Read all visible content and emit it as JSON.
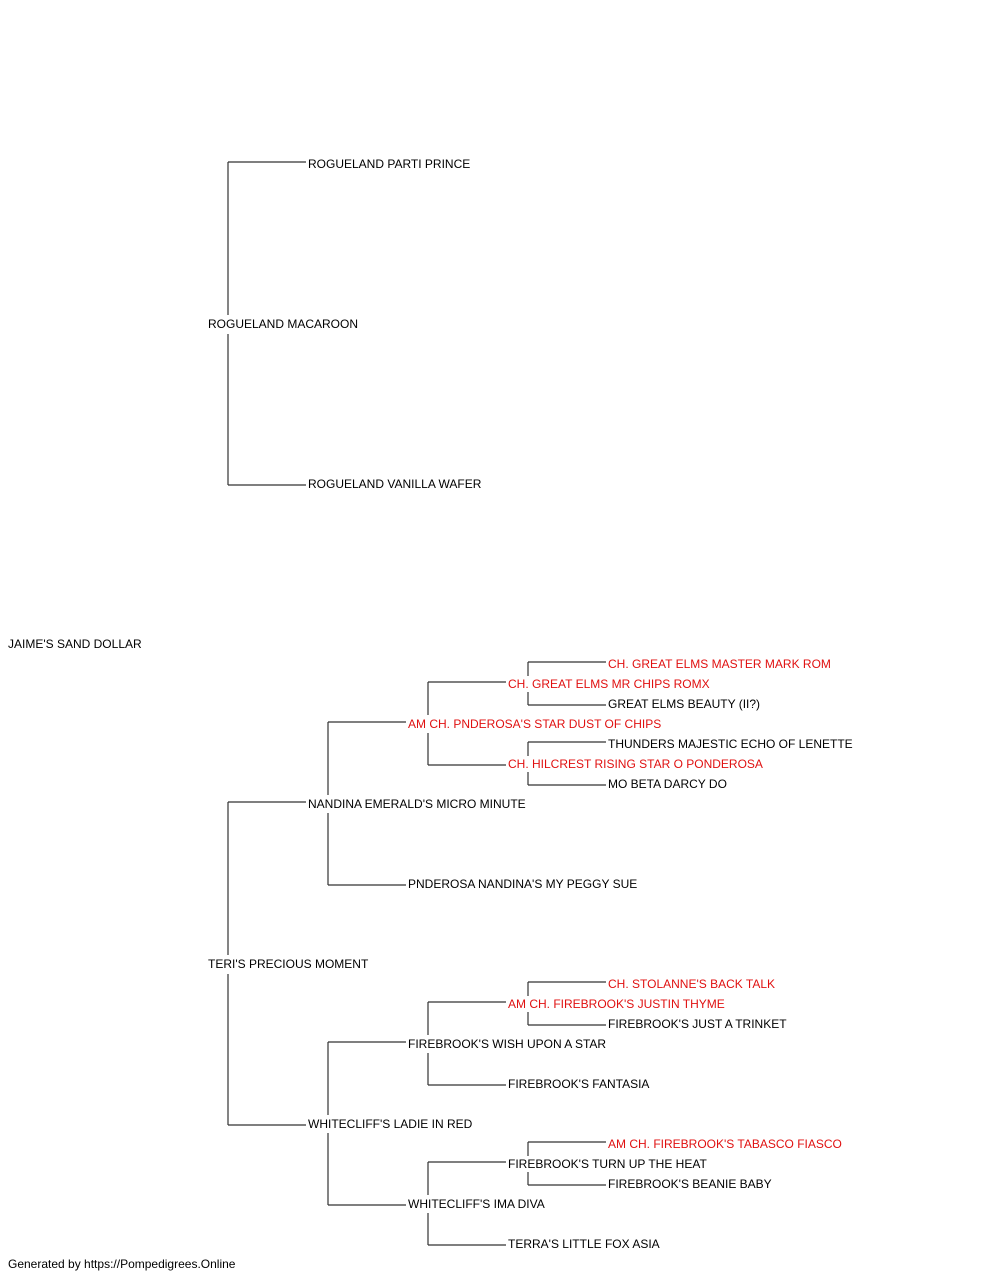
{
  "colors": {
    "default_text": "#000000",
    "champion_text": "#e01010",
    "connector": "#333333"
  },
  "pedigree": {
    "subject": "JAIME'S SAND DOLLAR",
    "sire": "ROGUELAND MACAROON",
    "sire_sire": "ROGUELAND PARTI PRINCE",
    "sire_dam": "ROGUELAND VANILLA WAFER",
    "dam": "TERI'S PRECIOUS MOMENT",
    "dam_sire": "NANDINA EMERALD'S MICRO MINUTE",
    "dam_sire_sire": "AM CH. PNDEROSA'S STAR DUST OF CHIPS",
    "dam_sire_sire_sire": "CH. GREAT ELMS MR CHIPS ROMX",
    "dam_sire_sire_sire_sire": "CH. GREAT ELMS MASTER MARK ROM",
    "dam_sire_sire_sire_dam": "GREAT ELMS BEAUTY (II?)",
    "dam_sire_sire_dam": "CH. HILCREST RISING STAR O PONDEROSA",
    "dam_sire_sire_dam_sire": "THUNDERS MAJESTIC ECHO OF LENETTE",
    "dam_sire_sire_dam_dam": "MO BETA DARCY DO",
    "dam_sire_dam": "PNDEROSA NANDINA'S MY PEGGY SUE",
    "dam_dam": "WHITECLIFF'S LADIE IN RED",
    "dam_dam_sire": "FIREBROOK'S WISH UPON A STAR",
    "dam_dam_sire_sire": "AM CH. FIREBROOK'S JUSTIN THYME",
    "dam_dam_sire_sire_sire": "CH. STOLANNE'S BACK TALK",
    "dam_dam_sire_sire_dam": "FIREBROOK'S JUST A TRINKET",
    "dam_dam_sire_dam": "FIREBROOK'S FANTASIA",
    "dam_dam_dam": "WHITECLIFF'S IMA DIVA",
    "dam_dam_dam_sire": "FIREBROOK'S TURN UP THE HEAT",
    "dam_dam_dam_sire_sire": "AM CH. FIREBROOK'S TABASCO FIASCO",
    "dam_dam_dam_sire_dam": "FIREBROOK'S BEANIE BABY",
    "dam_dam_dam_dam": "TERRA'S LITTLE FOX ASIA"
  },
  "footer": "Generated by https://Pompedigrees.Online"
}
